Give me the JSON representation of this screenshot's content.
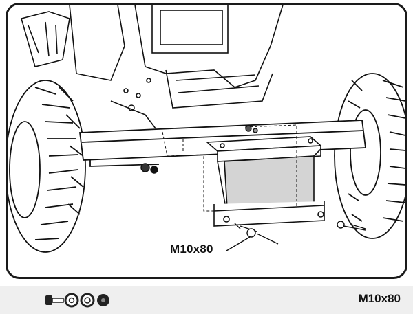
{
  "illustration": {
    "callout_label": "M10x80",
    "icons": [
      "tractor-axle-diagram",
      "tire-left",
      "tire-right",
      "mounting-bracket-box"
    ]
  },
  "parts": {
    "label": "M10x80",
    "icons": [
      "bolt-icon",
      "washer-icon",
      "lock-washer-icon",
      "nut-icon"
    ]
  }
}
